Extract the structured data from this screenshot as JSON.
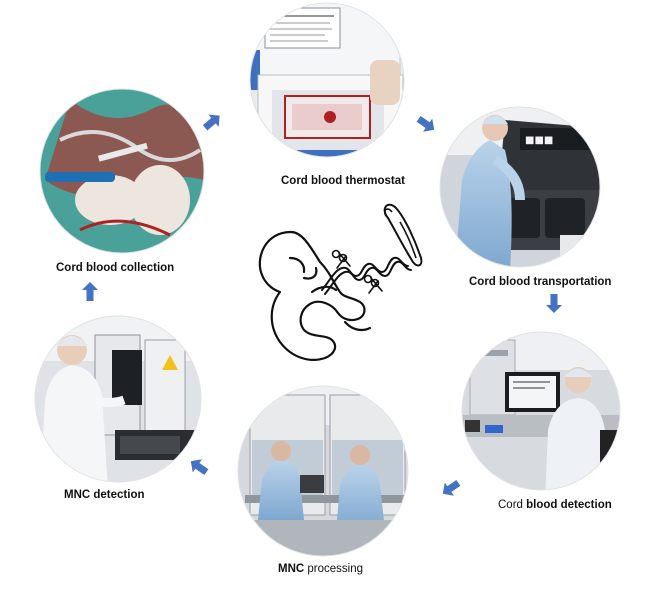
{
  "steps": [
    {
      "id": "thermostat",
      "label": "Cord blood thermostat"
    },
    {
      "id": "transportation",
      "label": "Cord blood transportation"
    },
    {
      "id": "detection",
      "label_a": "Cord",
      "label_b": " blood detection"
    },
    {
      "id": "mnc_processing",
      "label_a": "MNC",
      "label_b": " processing"
    },
    {
      "id": "mnc_detection",
      "label": "MNC detection"
    },
    {
      "id": "collection",
      "label": "Cord blood collection"
    }
  ],
  "colors": {
    "arrow": "#4472c4",
    "gown": "#c9dff2",
    "lab_wall": "#d8dde2",
    "blood": "#b02020"
  },
  "icons": [
    "fetus-icon",
    "umbilical-cord-icon",
    "scissors-icon",
    "clamp-icon"
  ]
}
